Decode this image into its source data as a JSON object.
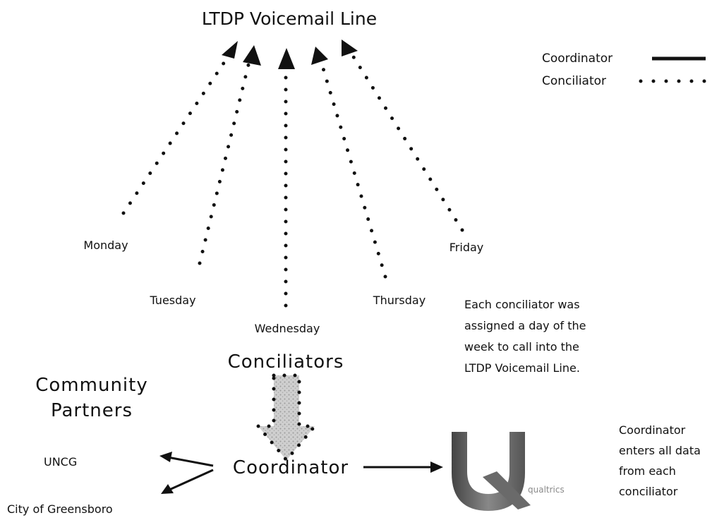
{
  "title": "LTDP Voicemail Line",
  "legend": [
    {
      "label": "Coordinator",
      "style": "solid"
    },
    {
      "label": "Conciliator",
      "style": "dotted"
    }
  ],
  "days": [
    "Monday",
    "Tuesday",
    "Wednesday",
    "Thursday",
    "Friday"
  ],
  "conciliators_label": "Conciliators",
  "community_partners_label": [
    "Community",
    "Partners"
  ],
  "partners": [
    "UNCG",
    "City of Greensboro"
  ],
  "coordinator_label": "Coordinator",
  "note_lines": [
    "Each conciliator was",
    "assigned a day of the",
    "week to call into the",
    "LTDP Voicemail Line."
  ],
  "coordinator_note_lines": [
    "Coordinator",
    "enters all data",
    "from each",
    "conciliator"
  ],
  "qualtrics_label": "qualtrics",
  "colors": {
    "ink": "#111111",
    "arrow_fill": "#bdbdbd",
    "logo": "#6f6f6f"
  }
}
